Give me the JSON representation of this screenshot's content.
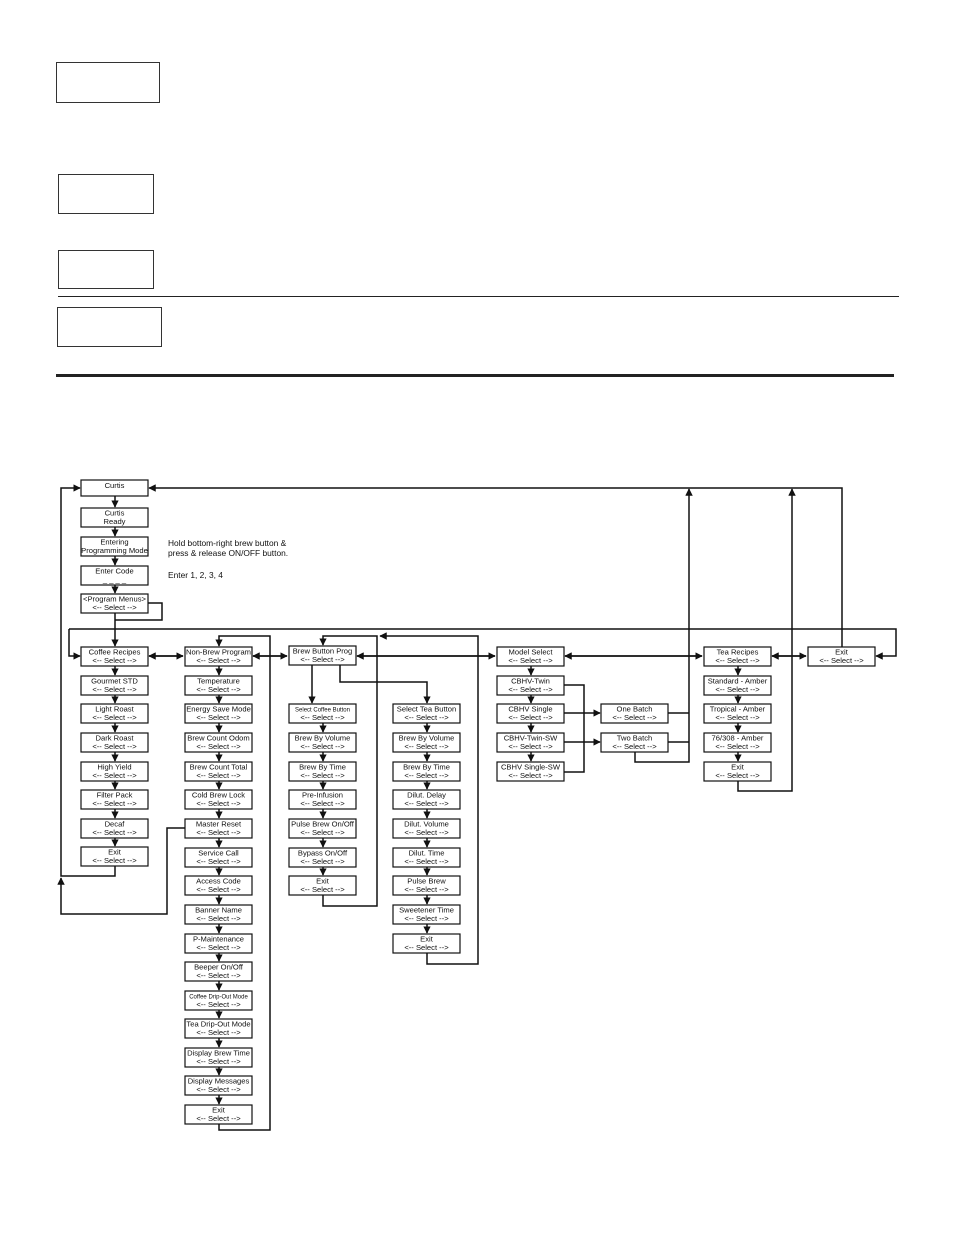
{
  "notes": {
    "hold": [
      "Hold bottom-right brew button &",
      "press & release ON/OFF button."
    ],
    "enter": "Enter 1, 2, 3, 4"
  },
  "nodes": {
    "curtis": [
      "Curtis"
    ],
    "ready": [
      "Curtis",
      "Ready"
    ],
    "entering": [
      "Entering",
      "Programming Mode"
    ],
    "code": [
      "Enter Code",
      "_ _ _ _"
    ],
    "progmenus": [
      "<Program Menus>",
      "<-- Select -->"
    ],
    "coffee": [
      "Coffee Recipes",
      "<-- Select -->"
    ],
    "gourmet": [
      "Gourmet STD",
      "<-- Select -->"
    ],
    "light": [
      "Light Roast",
      "<-- Select -->"
    ],
    "dark": [
      "Dark Roast",
      "<-- Select -->"
    ],
    "highyield": [
      "High Yield",
      "<-- Select -->"
    ],
    "filterpack": [
      "Filter Pack",
      "<-- Select -->"
    ],
    "decaf": [
      "Decaf",
      "<-- Select -->"
    ],
    "cexit": [
      "Exit",
      "<-- Select -->"
    ],
    "nonbrew": [
      "Non-Brew Program",
      "<-- Select -->"
    ],
    "temp": [
      "Temperature",
      "<-- Select -->"
    ],
    "energy": [
      "Energy Save Mode",
      "<-- Select -->"
    ],
    "odom": [
      "Brew Count Odom",
      "<-- Select -->"
    ],
    "total": [
      "Brew Count Total",
      "<-- Select -->"
    ],
    "coldlock": [
      "Cold Brew Lock",
      "<-- Select -->"
    ],
    "master": [
      "Master Reset",
      "<-- Select -->"
    ],
    "service": [
      "Service Call",
      "<-- Select -->"
    ],
    "access": [
      "Access Code",
      "<-- Select -->"
    ],
    "banner": [
      "Banner Name",
      "<-- Select -->"
    ],
    "pmaint": [
      "P-Maintenance",
      "<-- Select -->"
    ],
    "beeper": [
      "Beeper On/Off",
      "<-- Select -->"
    ],
    "coffeedrip": [
      "Coffee Drip-Out Mode",
      "<-- Select -->"
    ],
    "teadrip": [
      "Tea Drip-Out Mode",
      "<-- Select -->"
    ],
    "dispbrew": [
      "Display Brew Time",
      "<-- Select -->"
    ],
    "dispmsg": [
      "Display Messages",
      "<-- Select -->"
    ],
    "nexit": [
      "Exit",
      "<-- Select -->"
    ],
    "brewbtn": [
      "Brew Button Prog",
      "<-- Select -->"
    ],
    "selcoffee": [
      "Select Coffee Button",
      "<-- Select -->"
    ],
    "bvol": [
      "Brew By Volume",
      "<-- Select -->"
    ],
    "btime": [
      "Brew By Time",
      "<-- Select -->"
    ],
    "preinf": [
      "Pre-Infusion",
      "<-- Select -->"
    ],
    "pulse": [
      "Pulse Brew On/Off",
      "<-- Select -->"
    ],
    "bypass": [
      "Bypass On/Off",
      "<-- Select -->"
    ],
    "bexit": [
      "Exit",
      "<-- Select -->"
    ],
    "seltea": [
      "Select Tea Button",
      "<-- Select -->"
    ],
    "tbvol": [
      "Brew By Volume",
      "<-- Select -->"
    ],
    "tbtime": [
      "Brew By Time",
      "<-- Select -->"
    ],
    "ddelay": [
      "Dilut. Delay",
      "<-- Select -->"
    ],
    "dvol": [
      "Dilut. Volume",
      "<-- Select -->"
    ],
    "dtime": [
      "Dilut. Time",
      "<-- Select -->"
    ],
    "tpulse": [
      "Pulse Brew",
      "<-- Select -->"
    ],
    "sweet": [
      "Sweetener Time",
      "<-- Select -->"
    ],
    "texit": [
      "Exit",
      "<-- Select -->"
    ],
    "model": [
      "Model Select",
      "<-- Select -->"
    ],
    "twin": [
      "CBHV-Twin",
      "<-- Select -->"
    ],
    "single": [
      "CBHV Single",
      "<-- Select -->"
    ],
    "twinsw": [
      "CBHV-Twin-SW",
      "<-- Select -->"
    ],
    "singlesw": [
      "CBHV Single-SW",
      "<-- Select -->"
    ],
    "onebatch": [
      "One Batch",
      "<-- Select -->"
    ],
    "twobatch": [
      "Two Batch",
      "<-- Select -->"
    ],
    "tea": [
      "Tea Recipes",
      "<-- Select -->"
    ],
    "standard": [
      "Standard - Amber",
      "<-- Select -->"
    ],
    "tropical": [
      "Tropical - Amber",
      "<-- Select -->"
    ],
    "r76": [
      "76/308 - Amber",
      "<-- Select -->"
    ],
    "teaexit": [
      "Exit",
      "<-- Select -->"
    ],
    "mainexit": [
      "Exit",
      "<-- Select -->"
    ]
  }
}
